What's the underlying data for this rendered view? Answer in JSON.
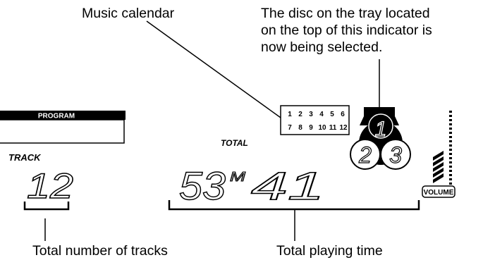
{
  "callouts": {
    "music_calendar": "Music calendar",
    "disc_selected_line1": "The disc on the tray located",
    "disc_selected_line2": "on the top of this indicator is",
    "disc_selected_line3": "now being selected.",
    "total_tracks": "Total number of tracks",
    "total_time": "Total playing time"
  },
  "display": {
    "program_label": "PROGRAM",
    "track_label": "TRACK",
    "track_value": "12",
    "total_label": "TOTAL",
    "time_minutes": "53",
    "time_minutes_unit": "M",
    "time_seconds": "41",
    "volume_label": "VOLUME"
  },
  "music_calendar": {
    "row1": [
      "1",
      "2",
      "3",
      "4",
      "5",
      "6"
    ],
    "row2": [
      "7",
      "8",
      "9",
      "10",
      "11",
      "12"
    ]
  },
  "disc_indicator": {
    "selected": "1",
    "left": "2",
    "right": "3"
  },
  "colors": {
    "ink": "#000000",
    "paper": "#ffffff"
  }
}
